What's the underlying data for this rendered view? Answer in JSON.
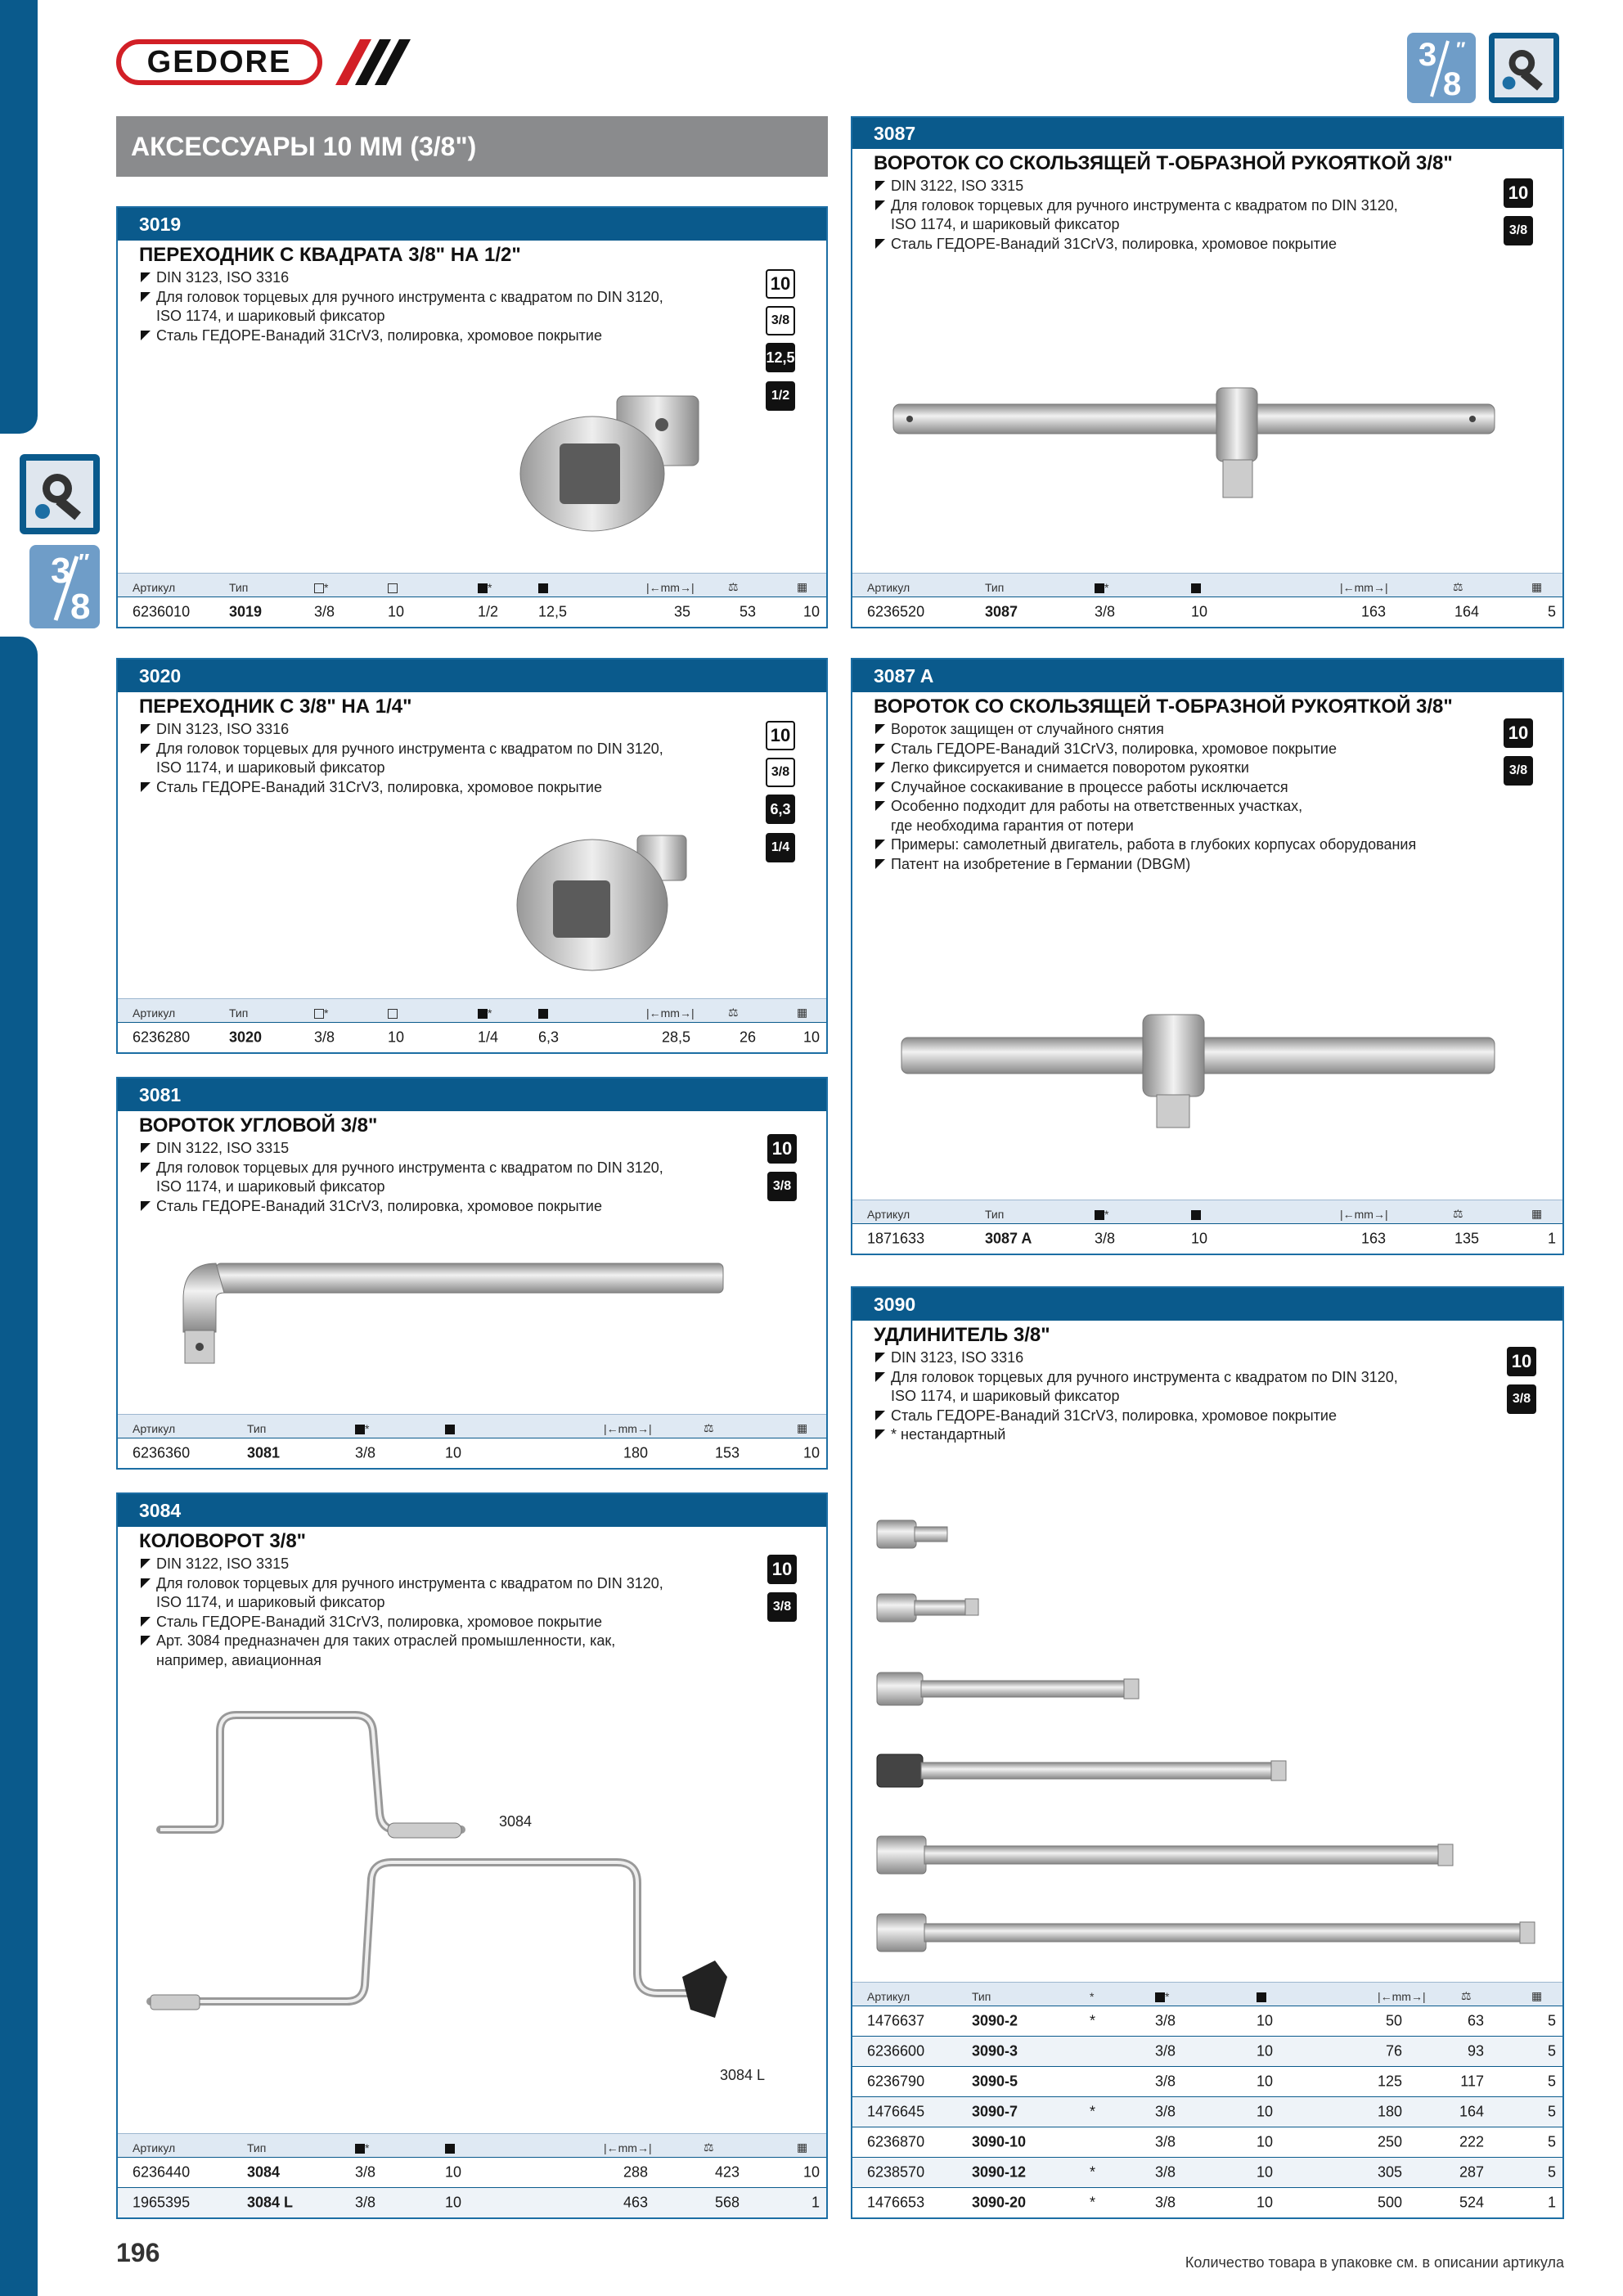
{
  "brand": "GEDORE",
  "page_header": "АКСЕССУАРЫ 10 ММ (3/8\")",
  "side_badge": {
    "num": "3",
    "den": "8"
  },
  "top_badge": {
    "num": "3",
    "den": "8"
  },
  "page_number": "196",
  "footer": "Количество товара в упаковке см. в описании артикула",
  "icons": [
    "ratchet-tool-icon"
  ],
  "colors": {
    "primary": "#0a5a8c",
    "header_gray": "#8a8b8d",
    "badge": "#6f9dc8",
    "logo_red": "#d21f26"
  },
  "cards": {
    "c3019": {
      "code": "3019",
      "title": "ПЕРЕХОДНИК С КВАДРАТА 3/8\" НА 1/2\"",
      "bullets": [
        "DIN 3123, ISO 3316",
        "Для головок торцевых для ручного инструмента с квадратом по DIN 3120,",
        "ISO 1174, и шариковый фиксатор",
        "Сталь ГЕДОРЕ-Ванадий 31CrV3, полировка, хромовое покрытие"
      ],
      "specs": [
        "10",
        "3/8",
        "12,5",
        "1/2"
      ],
      "headers": [
        "Артикул",
        "Тип",
        "*",
        "",
        "*",
        "",
        "mm",
        "g",
        "pcs"
      ],
      "rows": [
        [
          "6236010",
          "3019",
          "3/8",
          "10",
          "1/2",
          "12,5",
          "35",
          "53",
          "10"
        ]
      ]
    },
    "c3020": {
      "code": "3020",
      "title": "ПЕРЕХОДНИК С 3/8\" НА 1/4\"",
      "bullets": [
        "DIN 3123, ISO 3316",
        "Для головок торцевых для ручного инструмента с квадратом по DIN 3120,",
        "ISO 1174, и шариковый фиксатор",
        "Сталь ГЕДОРЕ-Ванадий 31CrV3, полировка, хромовое покрытие"
      ],
      "specs": [
        "10",
        "3/8",
        "6,3",
        "1/4"
      ],
      "headers": [
        "Артикул",
        "Тип"
      ],
      "rows": [
        [
          "6236280",
          "3020",
          "3/8",
          "10",
          "1/4",
          "6,3",
          "28,5",
          "26",
          "10"
        ]
      ]
    },
    "c3081": {
      "code": "3081",
      "title": "ВОРОТОК УГЛОВОЙ 3/8\"",
      "bullets": [
        "DIN 3122, ISO 3315",
        "Для головок торцевых для ручного инструмента с квадратом по DIN 3120,",
        "ISO 1174, и шариковый фиксатор",
        "Сталь ГЕДОРЕ-Ванадий 31CrV3, полировка, хромовое покрытие"
      ],
      "specs": [
        "10",
        "3/8"
      ],
      "headers": [
        "Артикул",
        "Тип"
      ],
      "rows": [
        [
          "6236360",
          "3081",
          "3/8",
          "10",
          "180",
          "153",
          "10"
        ]
      ]
    },
    "c3084": {
      "code": "3084",
      "title": "КОЛОВОРОТ 3/8\"",
      "bullets": [
        "DIN 3122, ISO 3315",
        "Для головок торцевых для ручного инструмента с квадратом по DIN 3120,",
        "ISO 1174, и шариковый фиксатор",
        "Сталь ГЕДОРЕ-Ванадий 31CrV3, полировка, хромовое покрытие",
        "Арт. 3084 предназначен для таких отраслей промышленности, как,",
        "например, авиационная"
      ],
      "specs": [
        "10",
        "3/8"
      ],
      "labels": [
        "3084",
        "3084 L"
      ],
      "headers": [
        "Артикул",
        "Тип"
      ],
      "rows": [
        [
          "6236440",
          "3084",
          "3/8",
          "10",
          "288",
          "423",
          "10"
        ],
        [
          "1965395",
          "3084 L",
          "3/8",
          "10",
          "463",
          "568",
          "1"
        ]
      ]
    },
    "c3087": {
      "code": "3087",
      "title": "ВОРОТОК СО СКОЛЬЗЯЩЕЙ Т-ОБРАЗНОЙ РУКОЯТКОЙ 3/8\"",
      "bullets": [
        "DIN 3122, ISO 3315",
        "Для головок торцевых для ручного инструмента с квадратом по DIN 3120,",
        "ISO 1174, и шариковый фиксатор",
        "Сталь ГЕДОРЕ-Ванадий 31CrV3, полировка, хромовое покрытие"
      ],
      "specs": [
        "10",
        "3/8"
      ],
      "headers": [
        "Артикул",
        "Тип"
      ],
      "rows": [
        [
          "6236520",
          "3087",
          "3/8",
          "10",
          "163",
          "164",
          "5"
        ]
      ]
    },
    "c3087a": {
      "code": "3087 A",
      "title": "ВОРОТОК СО СКОЛЬЗЯЩЕЙ Т-ОБРАЗНОЙ РУКОЯТКОЙ 3/8\"",
      "bullets": [
        "Вороток защищен от случайного снятия",
        "Сталь ГЕДОРЕ-Ванадий 31CrV3, полировка, хромовое покрытие",
        "Легко фиксируется и снимается поворотом рукоятки",
        "Случайное соскакивание в процессе работы исключается",
        "Особенно подходит для работы на ответственных участках,",
        "где необходима гарантия от потери",
        "Примеры: самолетный двигатель, работа в глубоких корпусах оборудования",
        "Патент на изобретение в Германии (DBGM)"
      ],
      "specs": [
        "10",
        "3/8"
      ],
      "headers": [
        "Артикул",
        "Тип"
      ],
      "rows": [
        [
          "1871633",
          "3087 A",
          "3/8",
          "10",
          "163",
          "135",
          "1"
        ]
      ]
    },
    "c3090": {
      "code": "3090",
      "title": "УДЛИНИТЕЛЬ 3/8\"",
      "bullets": [
        "DIN 3123, ISO 3316",
        "Для головок торцевых для ручного инструмента с квадратом по DIN 3120,",
        "ISO 1174, и шариковый фиксатор",
        "Сталь ГЕДОРЕ-Ванадий 31CrV3, полировка, хромовое покрытие",
        "* нестандартный"
      ],
      "specs": [
        "10",
        "3/8"
      ],
      "headers": [
        "Артикул",
        "Тип",
        "*"
      ],
      "rows": [
        [
          "1476637",
          "3090-2",
          "*",
          "3/8",
          "10",
          "50",
          "63",
          "5"
        ],
        [
          "6236600",
          "3090-3",
          "",
          "3/8",
          "10",
          "76",
          "93",
          "5"
        ],
        [
          "6236790",
          "3090-5",
          "",
          "3/8",
          "10",
          "125",
          "117",
          "5"
        ],
        [
          "1476645",
          "3090-7",
          "*",
          "3/8",
          "10",
          "180",
          "164",
          "5"
        ],
        [
          "6236870",
          "3090-10",
          "",
          "3/8",
          "10",
          "250",
          "222",
          "5"
        ],
        [
          "6238570",
          "3090-12",
          "*",
          "3/8",
          "10",
          "305",
          "287",
          "5"
        ],
        [
          "1476653",
          "3090-20",
          "*",
          "3/8",
          "10",
          "500",
          "524",
          "1"
        ]
      ]
    }
  }
}
